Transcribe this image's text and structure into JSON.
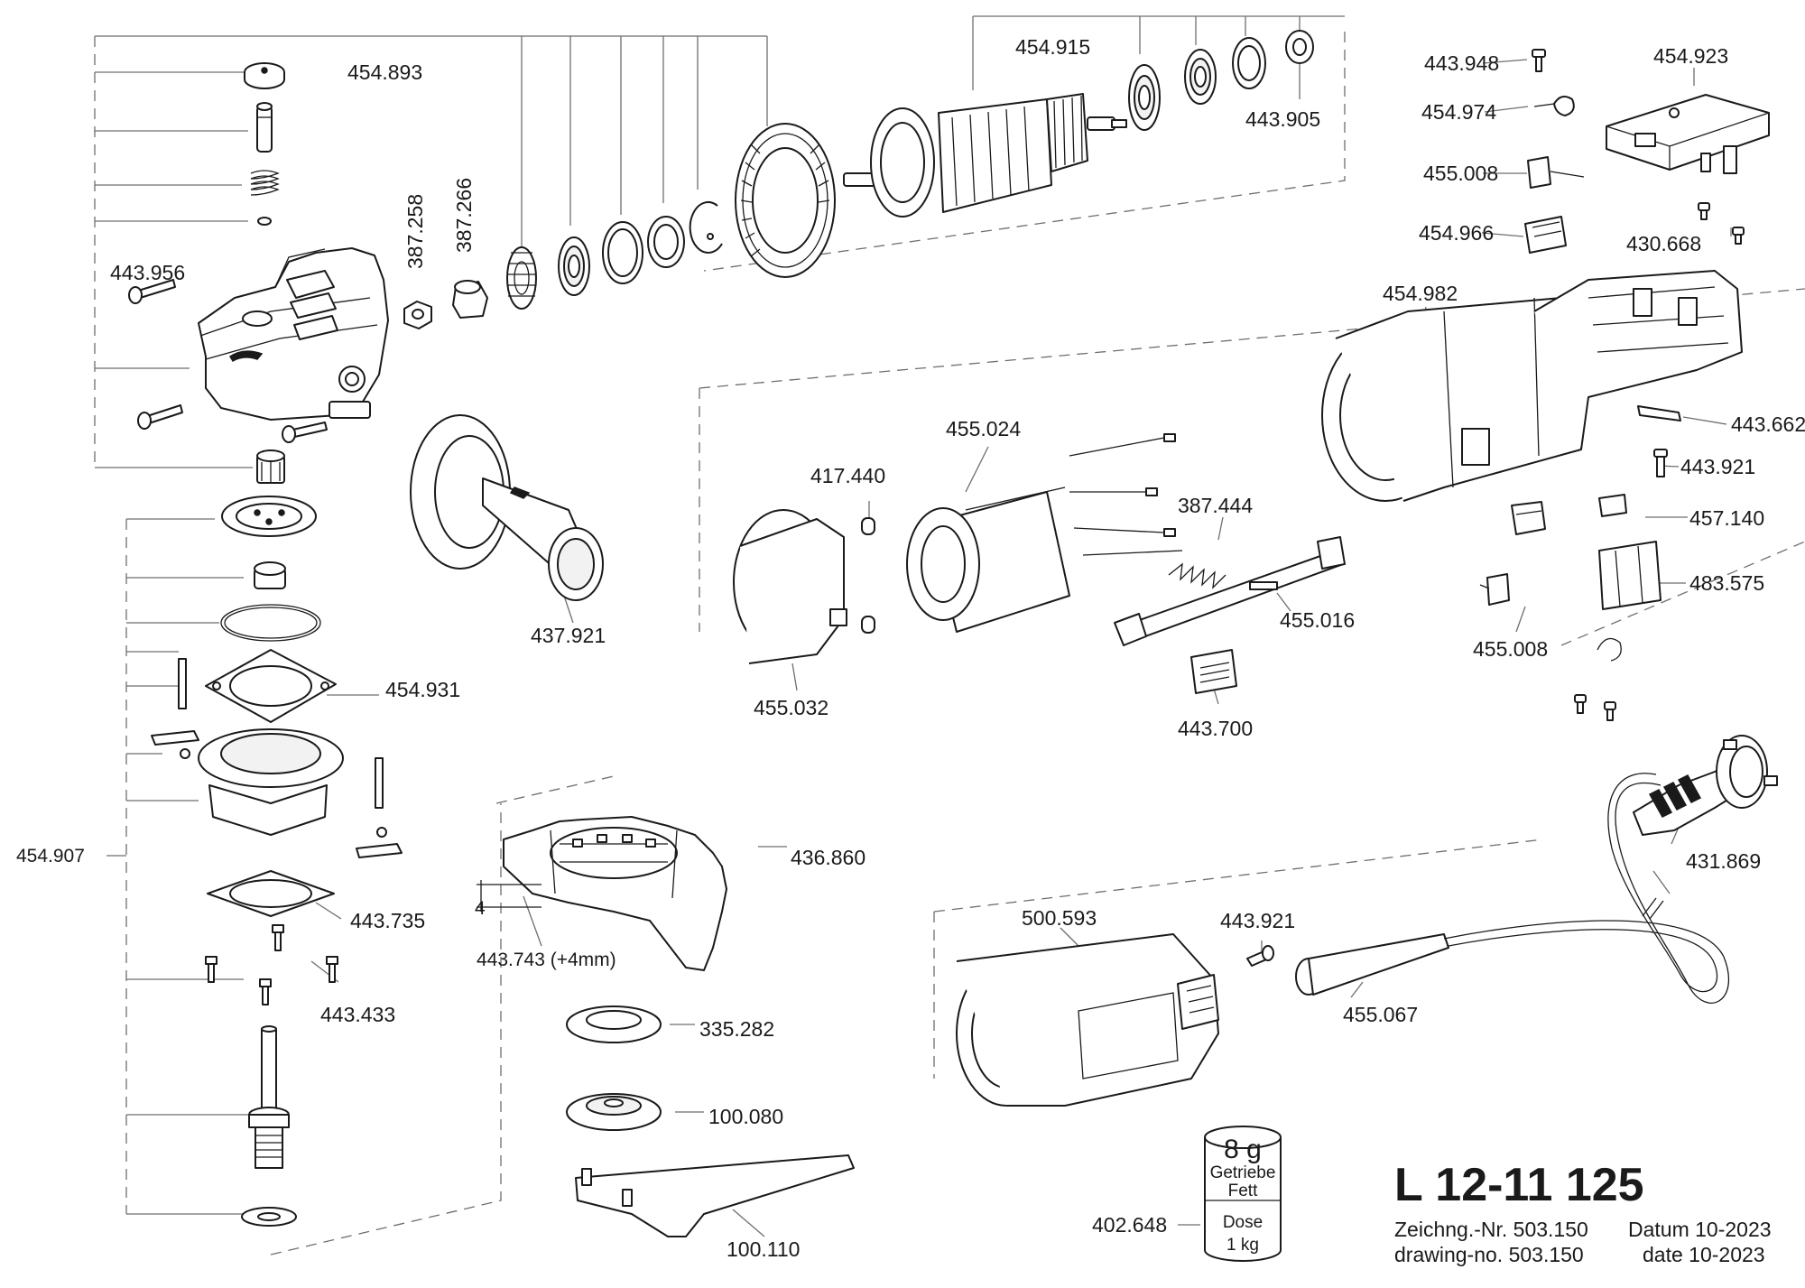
{
  "title": "L 12-11 125",
  "meta": {
    "drawing_de": "Zeichng.-Nr. 503.150",
    "drawing_en": "drawing-no. 503.150",
    "date_de": "Datum 10-2023",
    "date_en": "date  10-2023"
  },
  "grease": {
    "amount": "8 g",
    "line1": "Getriebe",
    "line2": "Fett",
    "line3": "Dose",
    "line4": "1 kg"
  },
  "labels": {
    "p454893": "454.893",
    "p454915": "454.915",
    "p443905": "443.905",
    "p443948": "443.948",
    "p454923": "454.923",
    "p454974": "454.974",
    "p455008a": "455.008",
    "p454966": "454.966",
    "p430668": "430.668",
    "p387258": "387.258",
    "p387266": "387.266",
    "p443956": "443.956",
    "p454982": "454.982",
    "p443662": "443.662",
    "p443921a": "443.921",
    "p457140": "457.140",
    "p483575": "483.575",
    "p455008b": "455.008",
    "p455024": "455.024",
    "p417440": "417.440",
    "p387444": "387.444",
    "p455016": "455.016",
    "p455032": "455.032",
    "p443700": "443.700",
    "p437921": "437.921",
    "p454931": "454.931",
    "p454907": "454.907",
    "p443735": "443.735",
    "p443433": "443.433",
    "p436860": "436.860",
    "p443743": "443.743 (+4mm)",
    "dim4": "4",
    "p335282": "335.282",
    "p100080": "100.080",
    "p100110": "100.110",
    "p431869": "431.869",
    "p500593": "500.593",
    "p443921b": "443.921",
    "p455067": "455.067",
    "p402648": "402.648"
  }
}
